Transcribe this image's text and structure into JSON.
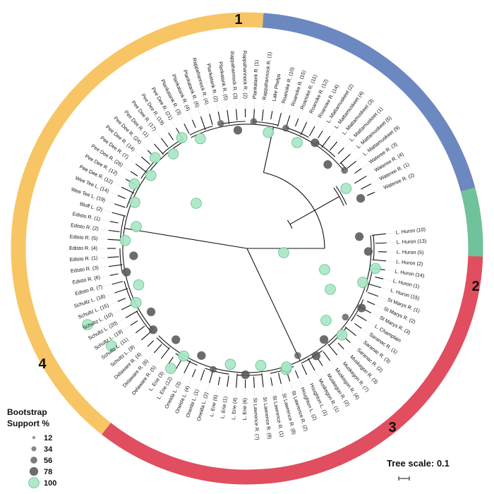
{
  "clades": [
    {
      "label": "1",
      "color": "#E04E5F"
    },
    {
      "label": "2",
      "color": "#6FC39A"
    },
    {
      "label": "3",
      "color": "#6C88C0"
    },
    {
      "label": "4",
      "color": "#F7C564"
    }
  ],
  "leaves": [
    {
      "label": "L. Huron (10)",
      "clade": 0
    },
    {
      "label": "L. Huron (13)",
      "clade": 0
    },
    {
      "label": "L. Huron (5)",
      "clade": 0
    },
    {
      "label": "L. Huron (2)",
      "clade": 0
    },
    {
      "label": "L. Huron (14)",
      "clade": 0
    },
    {
      "label": "L. Huron (1)",
      "clade": 0
    },
    {
      "label": "L. Huron (15)",
      "clade": 0
    },
    {
      "label": "St Marys R. (1)",
      "clade": 0
    },
    {
      "label": "St Marys R. (2)",
      "clade": 0
    },
    {
      "label": "St Marys R. (3)",
      "clade": 0
    },
    {
      "label": "L. Champlain",
      "clade": 0
    },
    {
      "label": "Saranac R. (1)",
      "clade": 0
    },
    {
      "label": "Saranac R. (3)",
      "clade": 0
    },
    {
      "label": "Saranac R. (2)",
      "clade": 0
    },
    {
      "label": "Muskegon R. (3)",
      "clade": 0
    },
    {
      "label": "Muskegon R. (7)",
      "clade": 0
    },
    {
      "label": "Muskegon R. (4)",
      "clade": 0
    },
    {
      "label": "Muskegon R. (2)",
      "clade": 0
    },
    {
      "label": "Muskegon R. (1)",
      "clade": 0
    },
    {
      "label": "Houghton L. (1)",
      "clade": 0
    },
    {
      "label": "Houghton L. (2)",
      "clade": 0
    },
    {
      "label": "St Lawrence R. (2)",
      "clade": 0
    },
    {
      "label": "St Lawrence R. (8)",
      "clade": 0
    },
    {
      "label": "St Lawrence R. (1)",
      "clade": 0
    },
    {
      "label": "St Lawrence R. (9)",
      "clade": 0
    },
    {
      "label": "St Lawrence R. (7)",
      "clade": 0
    },
    {
      "label": "L. Erie (6)",
      "clade": 0
    },
    {
      "label": "L. Erie (4)",
      "clade": 0
    },
    {
      "label": "L. Erie (1)",
      "clade": 0
    },
    {
      "label": "L. Erie (6)",
      "clade": 0
    },
    {
      "label": "Oneida L. (2)",
      "clade": 0
    },
    {
      "label": "Oneida L. (1)",
      "clade": 0
    },
    {
      "label": "Oneida L. (4)",
      "clade": 0
    },
    {
      "label": "Oneida L. (3)",
      "clade": 0
    },
    {
      "label": "L. Erie (12)",
      "clade": 0
    },
    {
      "label": "L. Erie (3)",
      "clade": 0
    },
    {
      "label": "Delaware R. (5)",
      "clade": 0
    },
    {
      "label": "Delaware R. (6)",
      "clade": 0
    },
    {
      "label": "Delaware R. (4)",
      "clade": 0
    },
    {
      "label": "Schultz L. (9)",
      "clade": 3
    },
    {
      "label": "Schultz L. (11)",
      "clade": 3
    },
    {
      "label": "Schultz L. (19)",
      "clade": 3
    },
    {
      "label": "Schultz L. (20)",
      "clade": 3
    },
    {
      "label": "Schultz L. (10)",
      "clade": 3
    },
    {
      "label": "Schultz L. (15)",
      "clade": 3
    },
    {
      "label": "Schultz L. (18)",
      "clade": 3
    },
    {
      "label": "Edisto R. (7)",
      "clade": 3
    },
    {
      "label": "Edisto R. (6)",
      "clade": 3
    },
    {
      "label": "Edisto R. (3)",
      "clade": 3
    },
    {
      "label": "Edisto R. (1)",
      "clade": 3
    },
    {
      "label": "Edisto R. (4)",
      "clade": 3
    },
    {
      "label": "Edisto R. (5)",
      "clade": 3
    },
    {
      "label": "Edisto R. (2)",
      "clade": 3
    },
    {
      "label": "Edisto R. (1)",
      "clade": 3
    },
    {
      "label": "Bluff L. (2)",
      "clade": 3
    },
    {
      "label": "Wee Tee L. (19)",
      "clade": 3
    },
    {
      "label": "Wee Tee L. (14)",
      "clade": 3
    },
    {
      "label": "Pee Dee R. (12)",
      "clade": 3
    },
    {
      "label": "Pee Dee R. (12)",
      "clade": 3
    },
    {
      "label": "Pee Dee R. (26)",
      "clade": 3
    },
    {
      "label": "Pee Dee R. (7)",
      "clade": 3
    },
    {
      "label": "Pee Dee R. (14)",
      "clade": 3
    },
    {
      "label": "Pee Dee R. (24)",
      "clade": 3
    },
    {
      "label": "Pee Dee R. (1)",
      "clade": 3
    },
    {
      "label": "Pee Dee R. (17)",
      "clade": 3
    },
    {
      "label": "Pee Dee R. (19)",
      "clade": 3
    },
    {
      "label": "Pee Dee R. (21)",
      "clade": 3
    },
    {
      "label": "Plankatank R. (3)",
      "clade": 2
    },
    {
      "label": "Plankatank R. (4)",
      "clade": 2
    },
    {
      "label": "Plankatank R. (6)",
      "clade": 2
    },
    {
      "label": "Rappahannock R. (4)",
      "clade": 2
    },
    {
      "label": "Plankatank R. (2)",
      "clade": 2
    },
    {
      "label": "Plankatank R. (5)",
      "clade": 2
    },
    {
      "label": "Rappahannock R. (3)",
      "clade": 2
    },
    {
      "label": "Rappahannock R. (2)",
      "clade": 2
    },
    {
      "label": "Plankatank R. (1)",
      "clade": 2
    },
    {
      "label": "Rappahannock R. (1)",
      "clade": 2
    },
    {
      "label": "Lake Phelps",
      "clade": 2
    },
    {
      "label": "Roanoke R. (10)",
      "clade": 2
    },
    {
      "label": "Roanoke R. (15)",
      "clade": 2
    },
    {
      "label": "Roanoke R. (11)",
      "clade": 2
    },
    {
      "label": "Roanoke R. (12)",
      "clade": 2
    },
    {
      "label": "Roanoke R. (14)",
      "clade": 2
    },
    {
      "label": "L. Mattamuskeet (2)",
      "clade": 2
    },
    {
      "label": "L. Mattamuskeet (4)",
      "clade": 2
    },
    {
      "label": "L. Mattamuskeet (3)",
      "clade": 2
    },
    {
      "label": "L. Mattamuskeet (1)",
      "clade": 2
    },
    {
      "label": "L. Mattamuskeet (5)",
      "clade": 2
    },
    {
      "label": "L. Mattamuskeet (9)",
      "clade": 2
    },
    {
      "label": "Wateree R. (3)",
      "clade": 1
    },
    {
      "label": "Wateree R. (4)",
      "clade": 1
    },
    {
      "label": "Wateree R. (1)",
      "clade": 1
    },
    {
      "label": "Wateree R. (2)",
      "clade": 1
    }
  ],
  "bootstrap_nodes": [
    78,
    78,
    100,
    100,
    78,
    56,
    100,
    78,
    78,
    56,
    100,
    100,
    78,
    100,
    56,
    78,
    100,
    78,
    78,
    78,
    100,
    100,
    78,
    78,
    100,
    100,
    100,
    100,
    100,
    100,
    100,
    100,
    100,
    56,
    78,
    56,
    100,
    56,
    100,
    78,
    78,
    56,
    100,
    78
  ],
  "legend": {
    "title_line1": "Bootstrap",
    "title_line2": "Support %",
    "items": [
      {
        "value": 12,
        "label": "12"
      },
      {
        "value": 34,
        "label": "34"
      },
      {
        "value": 56,
        "label": "56"
      },
      {
        "value": 78,
        "label": "78"
      },
      {
        "value": 100,
        "label": "100"
      }
    ]
  },
  "scale": {
    "label": "Tree scale: 0.1"
  },
  "colors": {
    "support_low": "#555555",
    "support_high": "#A8E6C4",
    "branch": "#111111",
    "guide": "#BBBBBB"
  }
}
